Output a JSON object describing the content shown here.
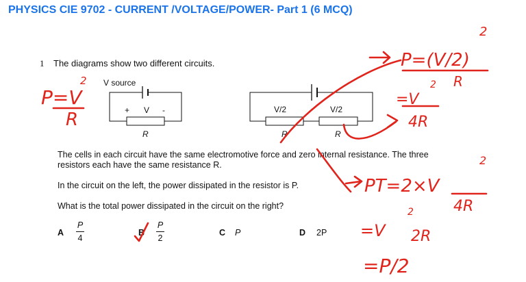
{
  "title": "PHYSICS CIE 9702 - CURRENT /VOLTAGE/POWER- Part 1 (6 MCQ)",
  "question": {
    "number": "1",
    "intro": "The diagrams show two different circuits.",
    "left_circuit": {
      "source_label": "V source",
      "plus": "+",
      "v_label": "V",
      "minus": "-",
      "resistor_label": "R"
    },
    "right_circuit": {
      "v_half_1": "V/2",
      "v_half_2": "V/2",
      "resistor_label_1": "R",
      "resistor_label_2": "R"
    },
    "para1": "The cells in each circuit have the same electromotive force and zero internal resistance. The three resistors each have the same resistance R.",
    "para2": "In the circuit on the left, the power dissipated in the resistor is P.",
    "para3": "What is the total power dissipated in the circuit on the right?",
    "options": [
      {
        "letter": "A",
        "numerator": "P",
        "denominator": "4"
      },
      {
        "letter": "B",
        "numerator": "P",
        "denominator": "2"
      },
      {
        "letter": "C",
        "value": "P"
      },
      {
        "letter": "D",
        "value": "2P"
      }
    ]
  },
  "annotations": {
    "ink_color": "#e0241b",
    "left_formula": {
      "lhs": "P=V",
      "exp": "2",
      "den": "R"
    },
    "right_1": {
      "text": "P=(V/2)",
      "exp": "2",
      "den": "R"
    },
    "right_2": {
      "num": "=V",
      "exp": "2",
      "den": "4R"
    },
    "right_3": {
      "text": "PT=2×V",
      "exp": "2",
      "den": "4R"
    },
    "right_4": {
      "num": "=V",
      "exp": "2",
      "den": "2R"
    },
    "right_5": {
      "text": "=P/2"
    }
  }
}
